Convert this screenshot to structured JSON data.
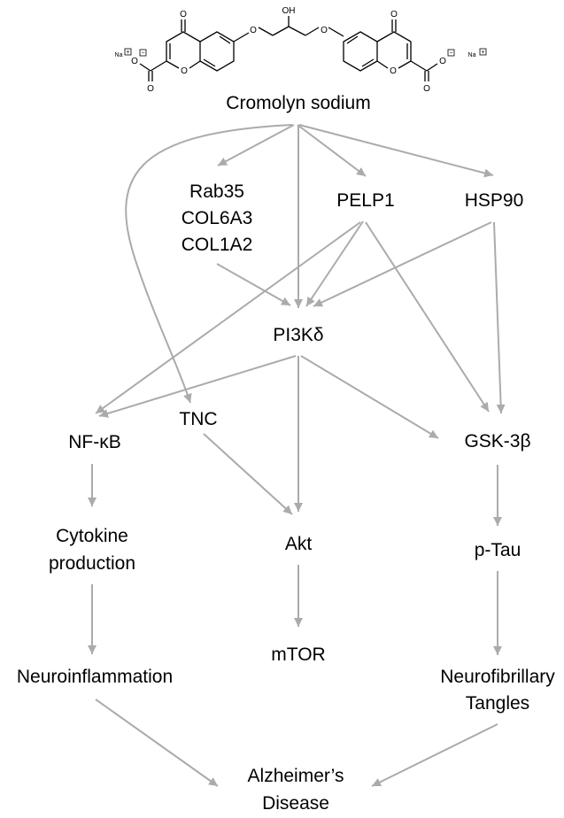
{
  "colors": {
    "edge": "#ababab",
    "text": "#000000",
    "background": "#ffffff"
  },
  "molecule": {
    "name": "Cromolyn sodium",
    "atoms": {
      "oxo_left": "O",
      "oxo_right": "O",
      "hydroxyl": "OH",
      "ether_left": "O",
      "ether_right": "O",
      "ring_o_left": "O",
      "ring_o_right": "O",
      "carboxylate_o_left": "O",
      "carboxylate_o_right": "O",
      "carbonyl_o_left": "O",
      "carbonyl_o_right": "O",
      "sodium_left": "Na",
      "sodium_right": "Na",
      "charge_minus": "−",
      "charge_plus": "+"
    }
  },
  "nodes": {
    "rab35_group": [
      "Rab35",
      "COL6A3",
      "COL1A2"
    ],
    "pelp1": "PELP1",
    "hsp90": "HSP90",
    "pi3k": "PI3Kδ",
    "nfkb": "NF-κB",
    "tnc": "TNC",
    "gsk3b": "GSK-3β",
    "cytokine": [
      "Cytokine",
      "production"
    ],
    "akt": "Akt",
    "ptau": "p-Tau",
    "neuroinflammation": "Neuroinflammation",
    "mtor": "mTOR",
    "tangles": [
      "Neurofibrillary",
      "Tangles"
    ],
    "alzheimers": [
      "Alzheimer’s",
      "Disease"
    ]
  },
  "edges": [
    {
      "from": "cromolyn",
      "to": "rab35_group"
    },
    {
      "from": "cromolyn",
      "to": "pelp1"
    },
    {
      "from": "cromolyn",
      "to": "hsp90"
    },
    {
      "from": "cromolyn",
      "to": "pi3k"
    },
    {
      "from": "cromolyn",
      "to": "tnc"
    },
    {
      "from": "rab35_group",
      "to": "pi3k"
    },
    {
      "from": "pelp1",
      "to": "pi3k"
    },
    {
      "from": "pelp1",
      "to": "nfkb"
    },
    {
      "from": "pelp1",
      "to": "gsk3b"
    },
    {
      "from": "hsp90",
      "to": "pi3k"
    },
    {
      "from": "hsp90",
      "to": "gsk3b"
    },
    {
      "from": "pi3k",
      "to": "nfkb"
    },
    {
      "from": "pi3k",
      "to": "akt"
    },
    {
      "from": "pi3k",
      "to": "gsk3b"
    },
    {
      "from": "tnc",
      "to": "akt"
    },
    {
      "from": "nfkb",
      "to": "cytokine"
    },
    {
      "from": "cytokine",
      "to": "neuroinflammation"
    },
    {
      "from": "akt",
      "to": "mtor"
    },
    {
      "from": "gsk3b",
      "to": "ptau"
    },
    {
      "from": "ptau",
      "to": "tangles"
    },
    {
      "from": "neuroinflammation",
      "to": "alzheimers"
    },
    {
      "from": "tangles",
      "to": "alzheimers"
    }
  ]
}
